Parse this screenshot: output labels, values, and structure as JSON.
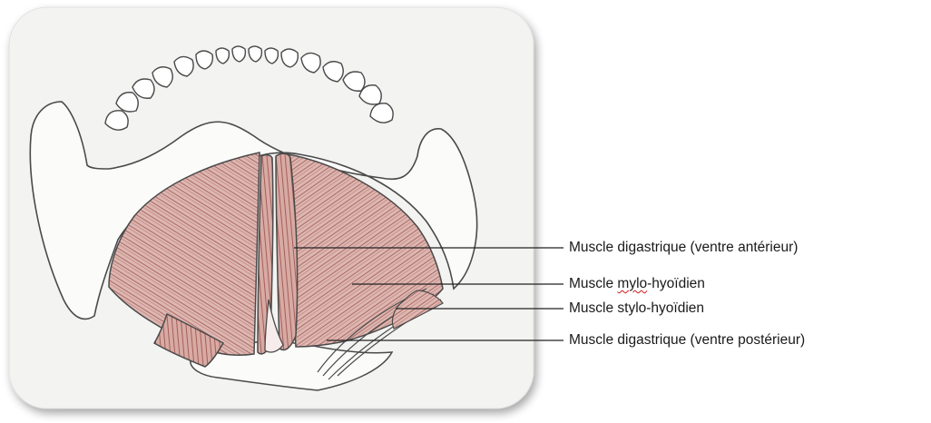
{
  "labels": [
    {
      "id": "digastric-anterior",
      "text": "Muscle digastrique (ventre antérieur)"
    },
    {
      "id": "mylohyoid",
      "prefix": "Muscle ",
      "flagged_word": "mylo",
      "suffix": "-hyoïdien"
    },
    {
      "id": "stylohyoid",
      "text": "Muscle stylo-hyoïdien"
    },
    {
      "id": "digastric-posterior",
      "text": "Muscle digastrique (ventre postérieur)"
    }
  ],
  "colors": {
    "muscle_fill": "#ddb7b2",
    "muscle_fiber": "#a5605a",
    "outline": "#4a4a4a",
    "leader_line": "#222222",
    "spellcheck_underline": "#d01818",
    "photo_background": "#f3f3f1"
  }
}
